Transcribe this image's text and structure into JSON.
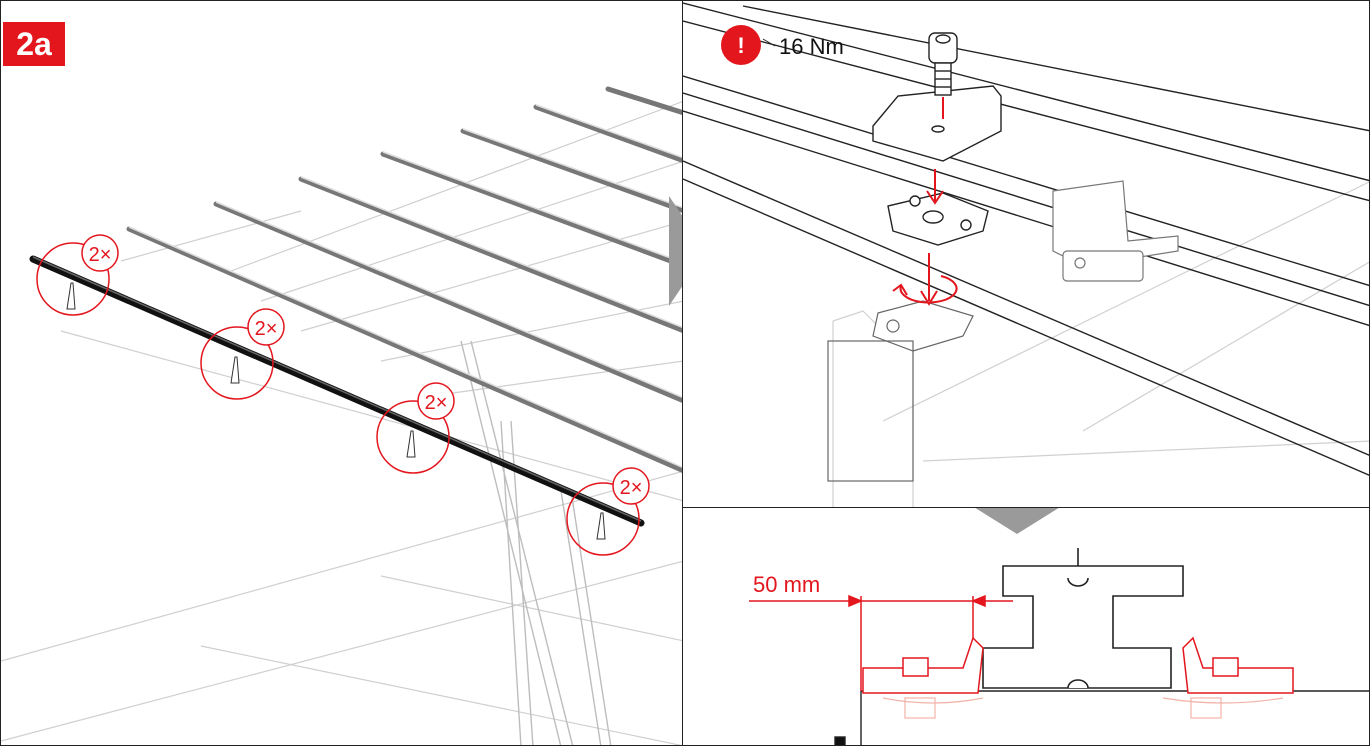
{
  "step": {
    "label": "2a"
  },
  "left_panel": {
    "callouts": [
      {
        "label": "2×"
      },
      {
        "label": "2×"
      },
      {
        "label": "2×"
      },
      {
        "label": "2×"
      }
    ]
  },
  "top_right_panel": {
    "warning_symbol": "!",
    "torque_label": "16 Nm"
  },
  "bottom_right_panel": {
    "dimension_label": "50 mm"
  },
  "colors": {
    "accent": "#e3161e",
    "line": "#333333",
    "faint_line": "#c8c8c8",
    "arrow_gray": "#9a9a9a"
  }
}
